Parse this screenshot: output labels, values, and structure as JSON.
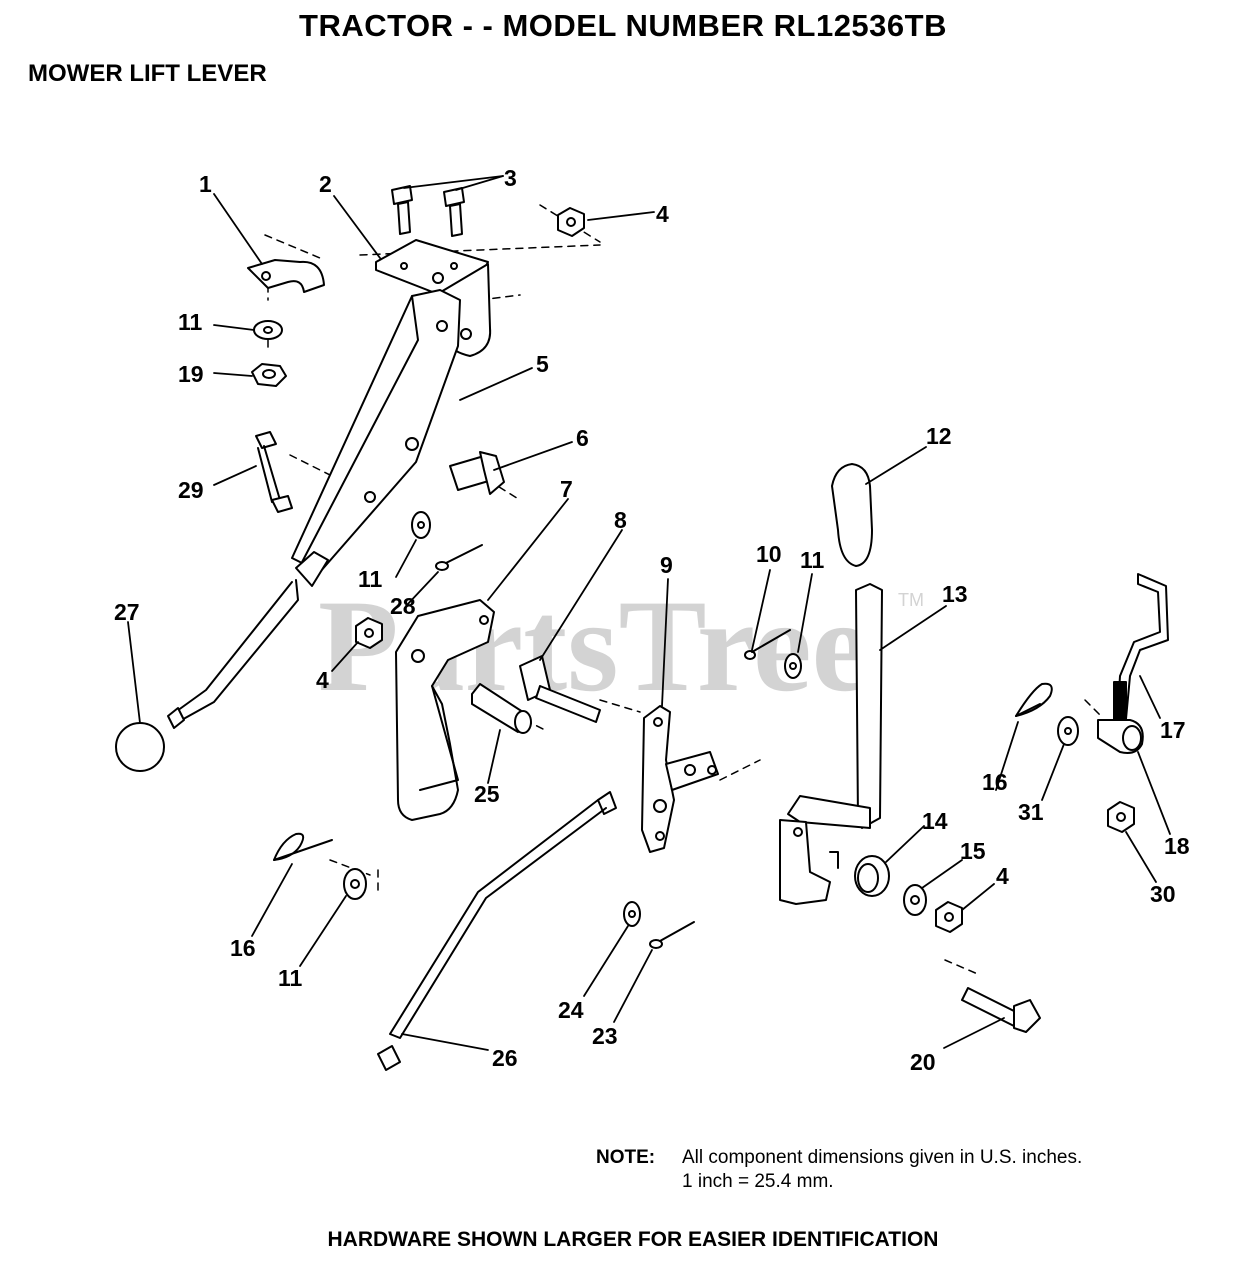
{
  "title": "TRACTOR - - MODEL NUMBER RL12536TB",
  "subtitle": "MOWER LIFT LEVER",
  "watermark": {
    "text": "PartsTree",
    "tm": "TM"
  },
  "note": {
    "label": "NOTE:",
    "line1": "All component dimensions given in U.S. inches.",
    "line2": "1 inch = 25.4 mm."
  },
  "footer": "HARDWARE SHOWN LARGER FOR EASIER IDENTIFICATION",
  "callouts": {
    "c1": "1",
    "c2": "2",
    "c3": "3",
    "c4a": "4",
    "c5": "5",
    "c6": "6",
    "c7": "7",
    "c8": "8",
    "c9": "9",
    "c10": "10",
    "c11a": "11",
    "c11b": "11",
    "c11c": "11",
    "c11d": "11",
    "c12": "12",
    "c13": "13",
    "c14": "14",
    "c15": "15",
    "c4b": "4",
    "c4c": "4",
    "c16a": "16",
    "c16b": "16",
    "c17": "17",
    "c18": "18",
    "c19": "19",
    "c20": "20",
    "c23": "23",
    "c24": "24",
    "c25": "25",
    "c26": "26",
    "c27": "27",
    "c28": "28",
    "c29": "29",
    "c30": "30",
    "c31": "31"
  }
}
